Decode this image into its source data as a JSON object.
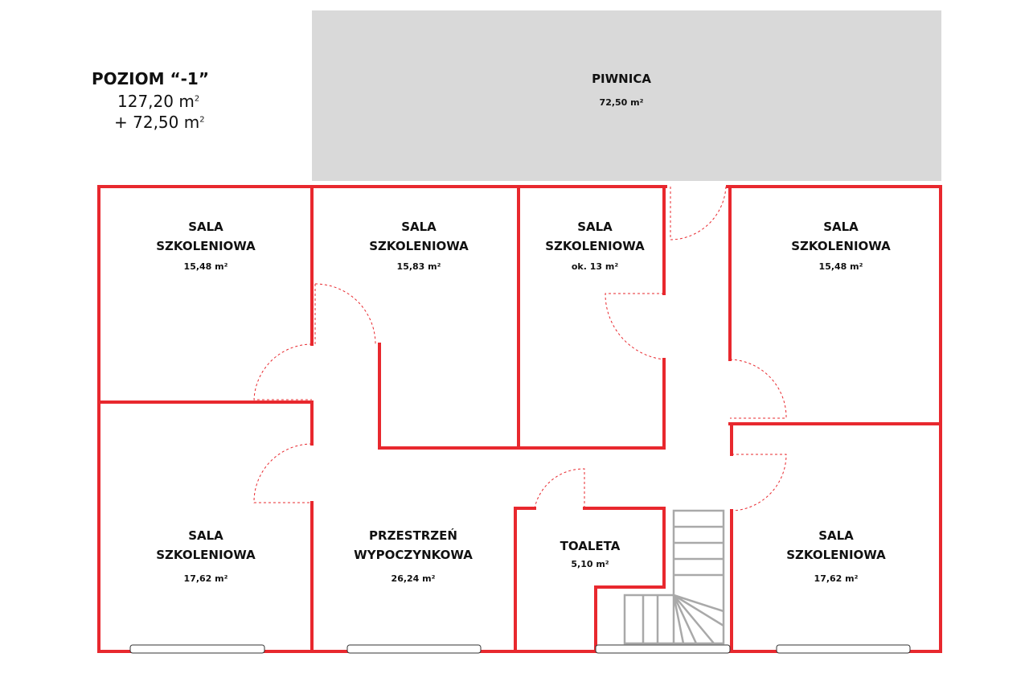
{
  "title": {
    "level": "POZIOM “-1”",
    "area_main": "127,20 m",
    "area_extra": "+ 72,50 m",
    "unit_sup": "2"
  },
  "rooms": [
    {
      "name1": "PIWNICA",
      "name2": "",
      "area": "72,50 m²"
    },
    {
      "name1": "SALA",
      "name2": "SZKOLENIOWA",
      "area": "15,48 m²"
    },
    {
      "name1": "SALA",
      "name2": "SZKOLENIOWA",
      "area": "15,83 m²"
    },
    {
      "name1": "SALA",
      "name2": "SZKOLENIOWA",
      "area": "ok. 13 m²"
    },
    {
      "name1": "SALA",
      "name2": "SZKOLENIOWA",
      "area": "15,48 m²"
    },
    {
      "name1": "SALA",
      "name2": "SZKOLENIOWA",
      "area": "17,62 m²"
    },
    {
      "name1": "PRZESTRZEŃ",
      "name2": "WYPOCZYNKOWA",
      "area": "26,24 m²"
    },
    {
      "name1": "TOALETA",
      "name2": "",
      "area": "5,10 m²"
    },
    {
      "name1": "SALA",
      "name2": "SZKOLENIOWA",
      "area": "17,62 m²"
    }
  ],
  "colors": {
    "wall": "#e8282e",
    "basement": "#d9d9d9",
    "stairs": "#a9a9a9"
  }
}
